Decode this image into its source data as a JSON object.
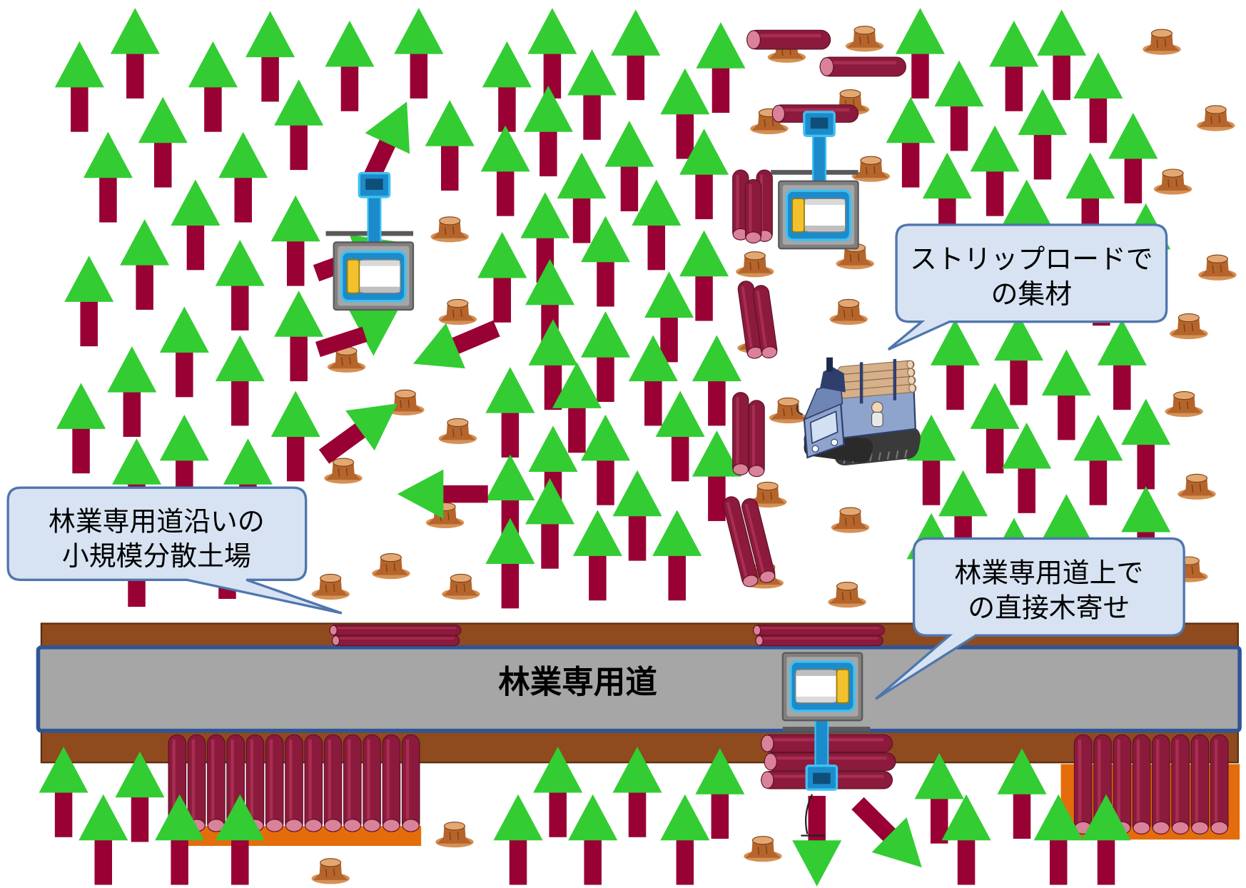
{
  "callouts": {
    "strip_road": {
      "line1": "ストリップロードで",
      "line2": "の集材"
    },
    "roadside_landing": {
      "line1": "林業専用道沿いの",
      "line2": "小規模分散土場"
    },
    "direct_skidding": {
      "line1": "林業専用道上で",
      "line2": "の直接木寄せ"
    }
  },
  "road": {
    "label": "林業専用道"
  },
  "colors": {
    "foliage": "#33CC33",
    "trunk": "#990033",
    "log": "#8B1A3C",
    "log_dark": "#5C0F26",
    "log_end": "#D9829A",
    "stump": "#B5652B",
    "stump_light": "#D59155",
    "stump_top": "#E3A872",
    "stump_dark": "#7A3E14",
    "ground": "#8F4A1E",
    "ground_edge": "#5A2E10",
    "road": "#A6A6A6",
    "road_border": "#2F5597",
    "landing": "#E46C0A",
    "excavator": "#1C8BCB",
    "excavator_light": "#3FC1F2",
    "excavator_dark": "#0E4F7A",
    "excavator_frame": "#808080",
    "cab_yellow": "#F2C12E",
    "forwarder": "#8EA4CC",
    "forwarder_dark": "#2E3F6E",
    "load": "#D6B08A",
    "callout_fill": "#D7E3F2",
    "callout_border": "#4F76AD",
    "text": "#000000"
  }
}
